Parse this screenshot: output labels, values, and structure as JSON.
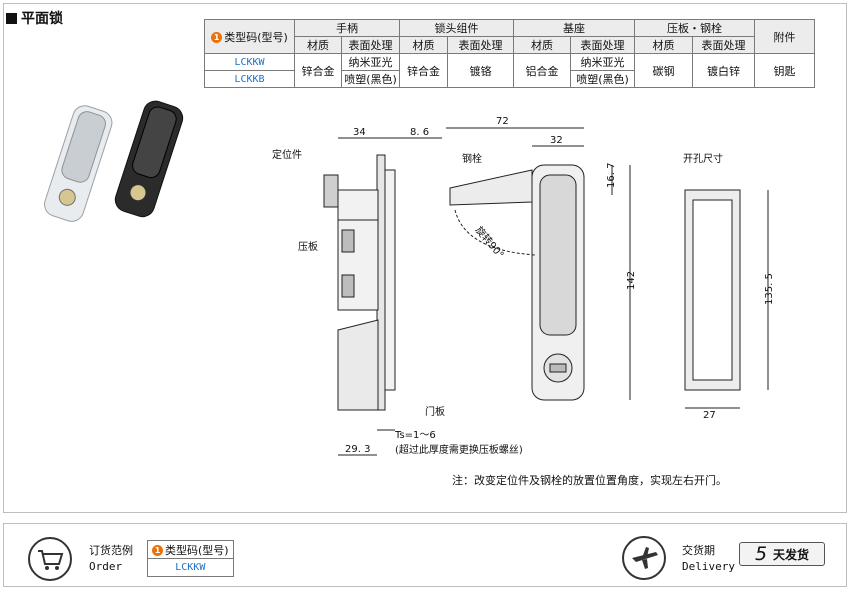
{
  "title": "平面锁",
  "spec_table": {
    "model_code_label": "类型码(型号)",
    "groups": [
      "手柄",
      "锁头组件",
      "基座",
      "压板・钢栓",
      "附件"
    ],
    "sub_headers": [
      "材质",
      "表面处理",
      "材质",
      "表面处理",
      "材质",
      "表面处理",
      "材质",
      "表面处理"
    ],
    "rows": [
      {
        "code": "LCKKW",
        "handle_finish": "纳米亚光"
      },
      {
        "code": "LCKKB",
        "handle_finish": "喷塑(黑色)"
      }
    ],
    "handle_material": "锌合金",
    "lock_material": "锌合金",
    "lock_finish": "镀铬",
    "base_material": "铝合金",
    "base_finish_1": "纳米亚光",
    "base_finish_2": "喷塑(黑色)",
    "plate_material": "碳钢",
    "plate_finish": "镀白锌",
    "accessory": "钥匙"
  },
  "drawing": {
    "dim_34": "34",
    "dim_8_6": "8. 6",
    "dim_72": "72",
    "dim_32": "32",
    "dim_16_7": "16. 7",
    "dim_142": "142",
    "dim_135_5": "135. 5",
    "dim_27": "27",
    "dim_29_3": "29. 3",
    "label_locator": "定位件",
    "label_bolt": "钢栓",
    "label_plate": "压板",
    "label_door": "门板",
    "label_rotate": "旋转90°",
    "label_cutout": "开孔尺寸",
    "label_ts": "Ts=1～6",
    "label_ts_note": "(超过此厚度需更换压板螺丝)"
  },
  "note": "注：改变定位件及钢栓的放置位置角度，实现左右开门。",
  "order": {
    "label_cn": "订货范例",
    "label_en": "Order",
    "header": "类型码(型号)",
    "value": "LCKKW"
  },
  "delivery": {
    "label_cn": "交货期",
    "label_en": "Delivery",
    "days": "5",
    "unit": "天发货"
  },
  "colors": {
    "accent": "#e8730c",
    "code_blue": "#1a6fc9"
  }
}
